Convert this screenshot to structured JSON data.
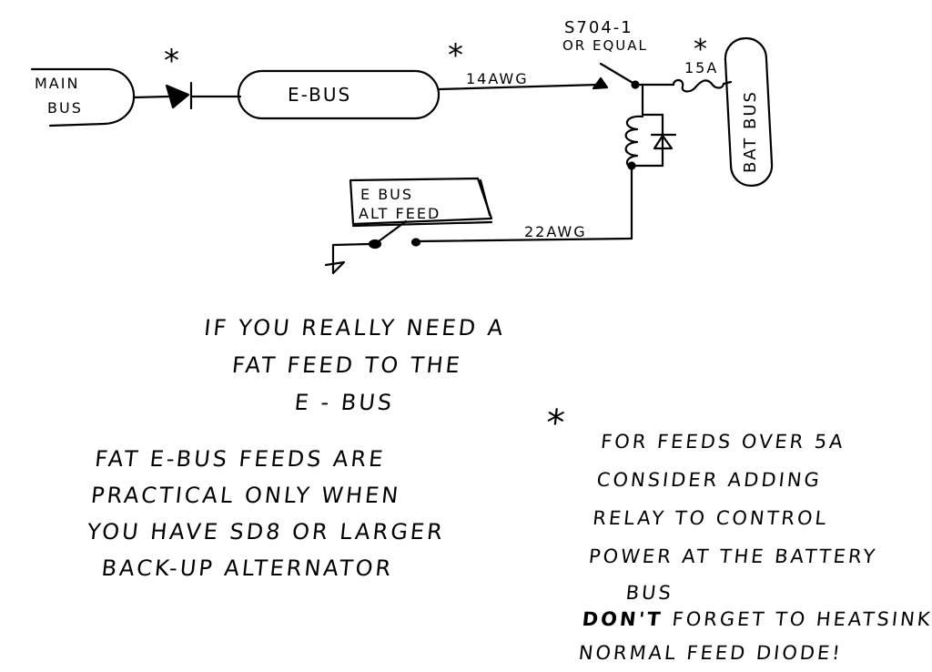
{
  "diagram": {
    "title": "Fat E-Bus Feed Wiring Sketch",
    "nodes": {
      "main_bus": {
        "label_line1": "MAIN",
        "label_line2": "BUS"
      },
      "e_bus": {
        "label": "E-BUS"
      },
      "bat_bus": {
        "label": "BAT BUS"
      },
      "switch_box": {
        "label_line1": "E BUS",
        "label_line2": "ALT FEED"
      }
    },
    "annotations": {
      "asterisk": "*",
      "wire_14awg": "14AWG",
      "wire_22awg": "22AWG",
      "relay_part_line1": "S704-1",
      "relay_part_line2": "OR EQUAL",
      "fuse_rating": "15A"
    },
    "notes": {
      "title_lines": [
        "IF YOU REALLY NEED A",
        "FAT FEED TO THE",
        "E - BUS"
      ],
      "left_lines": [
        "FAT E-BUS FEEDS ARE",
        "PRACTICAL ONLY WHEN",
        "YOU HAVE SD8 OR LARGER",
        "BACK-UP ALTERNATOR"
      ],
      "right_asterisk": "*",
      "right_lines": [
        "FOR FEEDS OVER 5A",
        "CONSIDER ADDING",
        "RELAY TO CONTROL",
        "POWER AT THE BATTERY",
        "BUS"
      ],
      "dont_forget_word": "DON'T",
      "dont_forget_rest": "FORGET TO HEATSINK",
      "final_line": "NORMAL FEED DIODE!"
    }
  }
}
